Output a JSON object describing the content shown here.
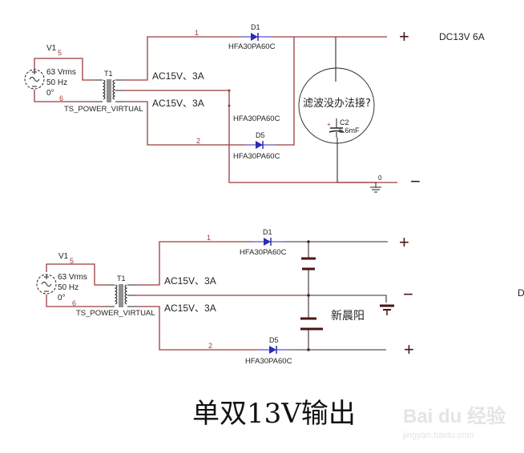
{
  "diagram": {
    "top": {
      "source": {
        "ref": "V1",
        "pin_top": "5",
        "pin_bottom": "6",
        "voltage": "63 Vrms",
        "frequency": "50 Hz",
        "phase": "0°"
      },
      "transformer": {
        "ref": "T1",
        "model": "TS_POWER_VIRTUAL"
      },
      "secondary_upper": "AC15V、3A",
      "secondary_lower": "AC15V、3A",
      "net1": "1",
      "net2": "2",
      "net0": "0",
      "diode_upper": {
        "ref": "D1",
        "model": "HFA30PA60C"
      },
      "diode_middle_label": "HFA30PA60C",
      "diode_lower": {
        "ref": "D5",
        "model": "HFA30PA60C"
      },
      "capacitor": {
        "ref": "C2",
        "value": "5.6mF"
      },
      "circle_note": "滤波没办法接?",
      "plus": "+",
      "minus": "−",
      "output_label": "DC13V  6A"
    },
    "bottom": {
      "source": {
        "ref": "V1",
        "pin_top": "5",
        "pin_bottom": "6",
        "voltage": "63 Vrms",
        "frequency": "50 Hz",
        "phase": "0°"
      },
      "transformer": {
        "ref": "T1",
        "model": "TS_POWER_VIRTUAL"
      },
      "secondary_upper": "AC15V、3A",
      "secondary_lower": "AC15V、3A",
      "net1": "1",
      "net2": "2",
      "diode_upper": {
        "ref": "D1",
        "model": "HFA30PA60C"
      },
      "diode_lower": {
        "ref": "D5",
        "model": "HFA30PA60C"
      },
      "author_note": "新晨阳",
      "plus_top": "+",
      "minus": "−",
      "plus_bottom": "+",
      "cut_label": "D"
    },
    "caption": "单双13V输出",
    "watermark": {
      "brand": "Bai du 经验",
      "url": "jingyan.baidu.com"
    }
  }
}
